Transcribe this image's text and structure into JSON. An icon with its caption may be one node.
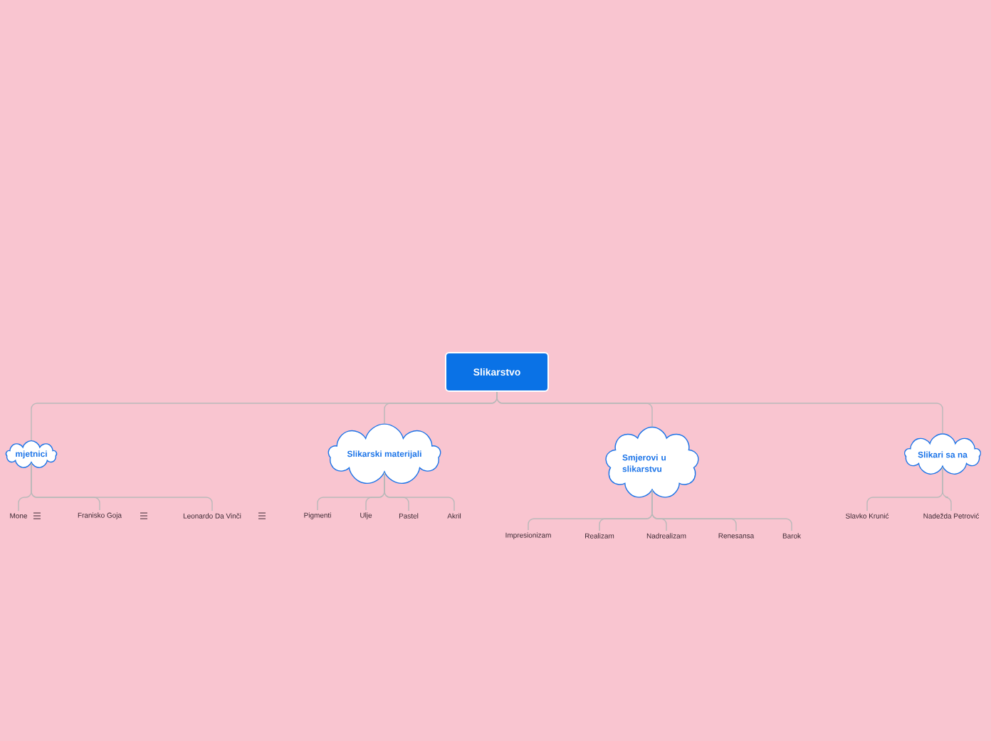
{
  "diagram": {
    "nodes": [
      {
        "text": [
          "Slikarstvo"
        ]
      },
      {
        "text": [
          "mjetnici"
        ]
      },
      {
        "text": [
          "Slikarski materijali"
        ]
      },
      {
        "text": [
          "Smjerovi u slikarstvu"
        ]
      },
      {
        "text": [
          "Slikari sa na"
        ]
      },
      {
        "text": [
          "Mone"
        ]
      },
      {
        "text": [
          "Franisko Goja"
        ]
      },
      {
        "text": [
          "Leonardo Da Vinči"
        ]
      },
      {
        "text": [
          "Pigmenti"
        ]
      },
      {
        "text": [
          "Ulje"
        ]
      },
      {
        "text": [
          "Pastel"
        ]
      },
      {
        "text": [
          "Akril"
        ]
      },
      {
        "text": [
          "Impresionizam"
        ]
      },
      {
        "text": [
          "Realizam"
        ]
      },
      {
        "text": [
          "Nadrealizam"
        ]
      },
      {
        "text": [
          "Renesansa"
        ]
      },
      {
        "text": [
          "Barok"
        ]
      },
      {
        "text": [
          "Slavko Krunić"
        ]
      },
      {
        "text": [
          "Nadežda Petrović"
        ]
      }
    ],
    "edges": [
      {
        "from": 0,
        "to": 1,
        "arrow": "none"
      },
      {
        "from": 0,
        "to": 2,
        "arrow": "none"
      },
      {
        "from": 0,
        "to": 3,
        "arrow": "none"
      },
      {
        "from": 0,
        "to": 4,
        "arrow": "none"
      },
      {
        "from": 1,
        "to": 5,
        "arrow": "none"
      },
      {
        "from": 1,
        "to": 6,
        "arrow": "none"
      },
      {
        "from": 1,
        "to": 7,
        "arrow": "none"
      },
      {
        "from": 2,
        "to": 8,
        "arrow": "none"
      },
      {
        "from": 2,
        "to": 9,
        "arrow": "none"
      },
      {
        "from": 2,
        "to": 10,
        "arrow": "none"
      },
      {
        "from": 2,
        "to": 11,
        "arrow": "none"
      },
      {
        "from": 3,
        "to": 12,
        "arrow": "none"
      },
      {
        "from": 3,
        "to": 13,
        "arrow": "none"
      },
      {
        "from": 3,
        "to": 14,
        "arrow": "none"
      },
      {
        "from": 3,
        "to": 15,
        "arrow": "none"
      },
      {
        "from": 3,
        "to": 16,
        "arrow": "none"
      },
      {
        "from": 4,
        "to": 17,
        "arrow": "none"
      },
      {
        "from": 4,
        "to": 18,
        "arrow": "none"
      }
    ]
  }
}
